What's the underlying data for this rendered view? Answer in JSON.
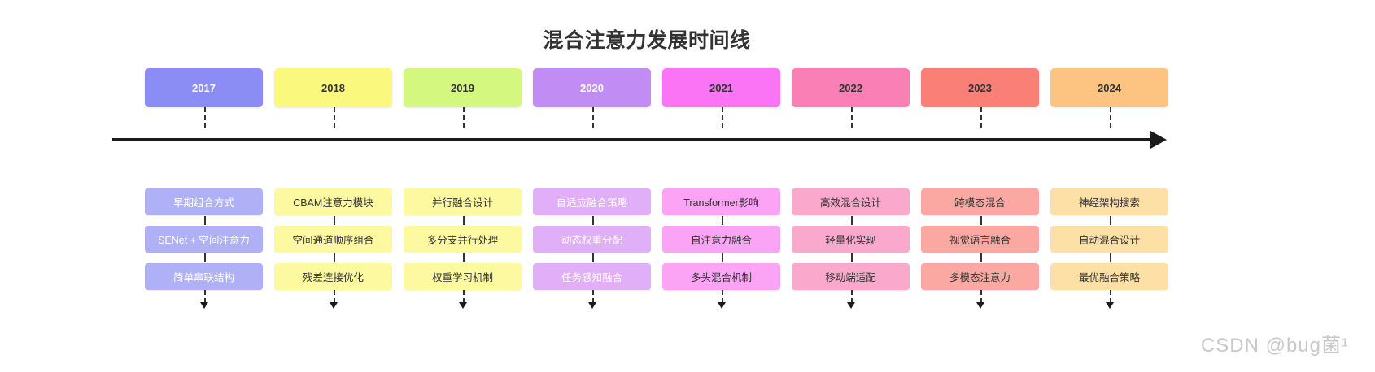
{
  "title": "混合注意力发展时间线",
  "watermark": "CSDN @bug菌¹",
  "axis": {
    "color": "#1a1a1a",
    "connector_style": "dashed"
  },
  "columns": [
    {
      "year": "2017",
      "year_bg": "#8c8cf5",
      "year_fg": "#ffffff",
      "item_bg": "#b0b0f7",
      "item_fg": "#ffffff",
      "items": [
        "早期组合方式",
        "SENet + 空间注意力",
        "简单串联结构"
      ]
    },
    {
      "year": "2018",
      "year_bg": "#fbf87e",
      "year_fg": "#333333",
      "item_bg": "#fcf9a0",
      "item_fg": "#333333",
      "items": [
        "CBAM注意力模块",
        "空间通道顺序组合",
        "残差连接优化"
      ]
    },
    {
      "year": "2019",
      "year_bg": "#d4f77f",
      "year_fg": "#333333",
      "item_bg": "#fcf9a0",
      "item_fg": "#333333",
      "items": [
        "并行融合设计",
        "多分支并行处理",
        "权重学习机制"
      ]
    },
    {
      "year": "2020",
      "year_bg": "#c28cf5",
      "year_fg": "#ffffff",
      "item_bg": "#e1aef8",
      "item_fg": "#ffffff",
      "items": [
        "自适应融合策略",
        "动态权重分配",
        "任务感知融合"
      ]
    },
    {
      "year": "2021",
      "year_bg": "#fa74f5",
      "year_fg": "#333333",
      "item_bg": "#fba4f5",
      "item_fg": "#333333",
      "items": [
        "Transformer影响",
        "自注意力融合",
        "多头混合机制"
      ]
    },
    {
      "year": "2022",
      "year_bg": "#fa7fb5",
      "year_fg": "#333333",
      "item_bg": "#fba8cd",
      "item_fg": "#333333",
      "items": [
        "高效混合设计",
        "轻量化实现",
        "移动端适配"
      ]
    },
    {
      "year": "2023",
      "year_bg": "#fa7f77",
      "year_fg": "#333333",
      "item_bg": "#fba8a2",
      "item_fg": "#333333",
      "items": [
        "跨模态混合",
        "视觉语言融合",
        "多模态注意力"
      ]
    },
    {
      "year": "2024",
      "year_bg": "#fcc480",
      "year_fg": "#333333",
      "item_bg": "#fde0a6",
      "item_fg": "#333333",
      "items": [
        "神经架构搜索",
        "自动混合设计",
        "最优融合策略"
      ]
    }
  ]
}
